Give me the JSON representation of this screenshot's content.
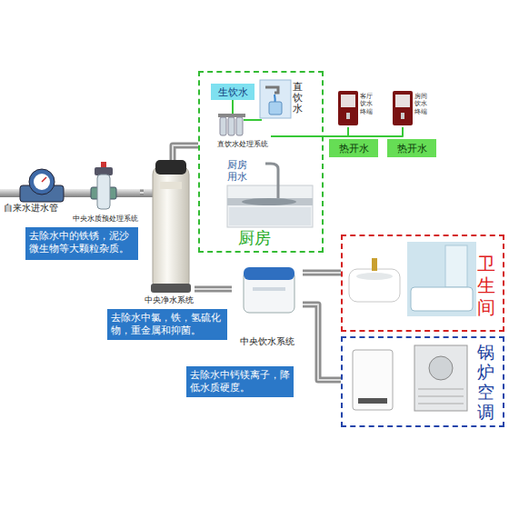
{
  "diagram": {
    "nodes": [
      {
        "text": [
          "中央水质预处理系统"
        ]
      },
      {
        "text": [
          "去除水中的铁锈，泥沙微生物等大颗粒杂质。"
        ]
      },
      {
        "text": [
          "中央净水系统"
        ]
      },
      {
        "text": [
          "去除水中氯，铁，氢硫化物，重金属和抑菌。"
        ]
      },
      {
        "text": [
          "中央饮水系统"
        ]
      },
      {
        "text": [
          "去除水中钙镁离子，降低水质硬度。"
        ]
      },
      {
        "text": [
          "厨房"
        ]
      },
      {
        "text": [
          "生饮水"
        ],
        "in": 6
      },
      {
        "text": [
          "直饮水处理系统"
        ],
        "in": 6
      },
      {
        "text": [
          "厨房用水"
        ],
        "in": 6
      },
      {
        "text": [
          "客厅饮水终端"
        ]
      },
      {
        "text": [
          "房间饮水终端"
        ]
      },
      {
        "text": [
          "热开水"
        ]
      },
      {
        "text": [
          "热开水"
        ]
      },
      {
        "text": [
          "卫生间"
        ]
      },
      {
        "text": [
          "锅炉空调"
        ]
      }
    ],
    "edges": [
      {
        "from": 0,
        "to": 2,
        "arrow": "none"
      },
      {
        "from": 2,
        "to": 6,
        "arrow": "none"
      },
      {
        "from": 2,
        "to": 4,
        "arrow": "none"
      },
      {
        "from": 4,
        "to": 14,
        "arrow": "none"
      },
      {
        "from": 4,
        "to": 15,
        "arrow": "none"
      },
      {
        "from": 8,
        "to": 10,
        "arrow": "none"
      },
      {
        "from": 8,
        "to": 11,
        "arrow": "none"
      }
    ],
    "labels": [
      "自来水进水管",
      "直饮水"
    ]
  }
}
